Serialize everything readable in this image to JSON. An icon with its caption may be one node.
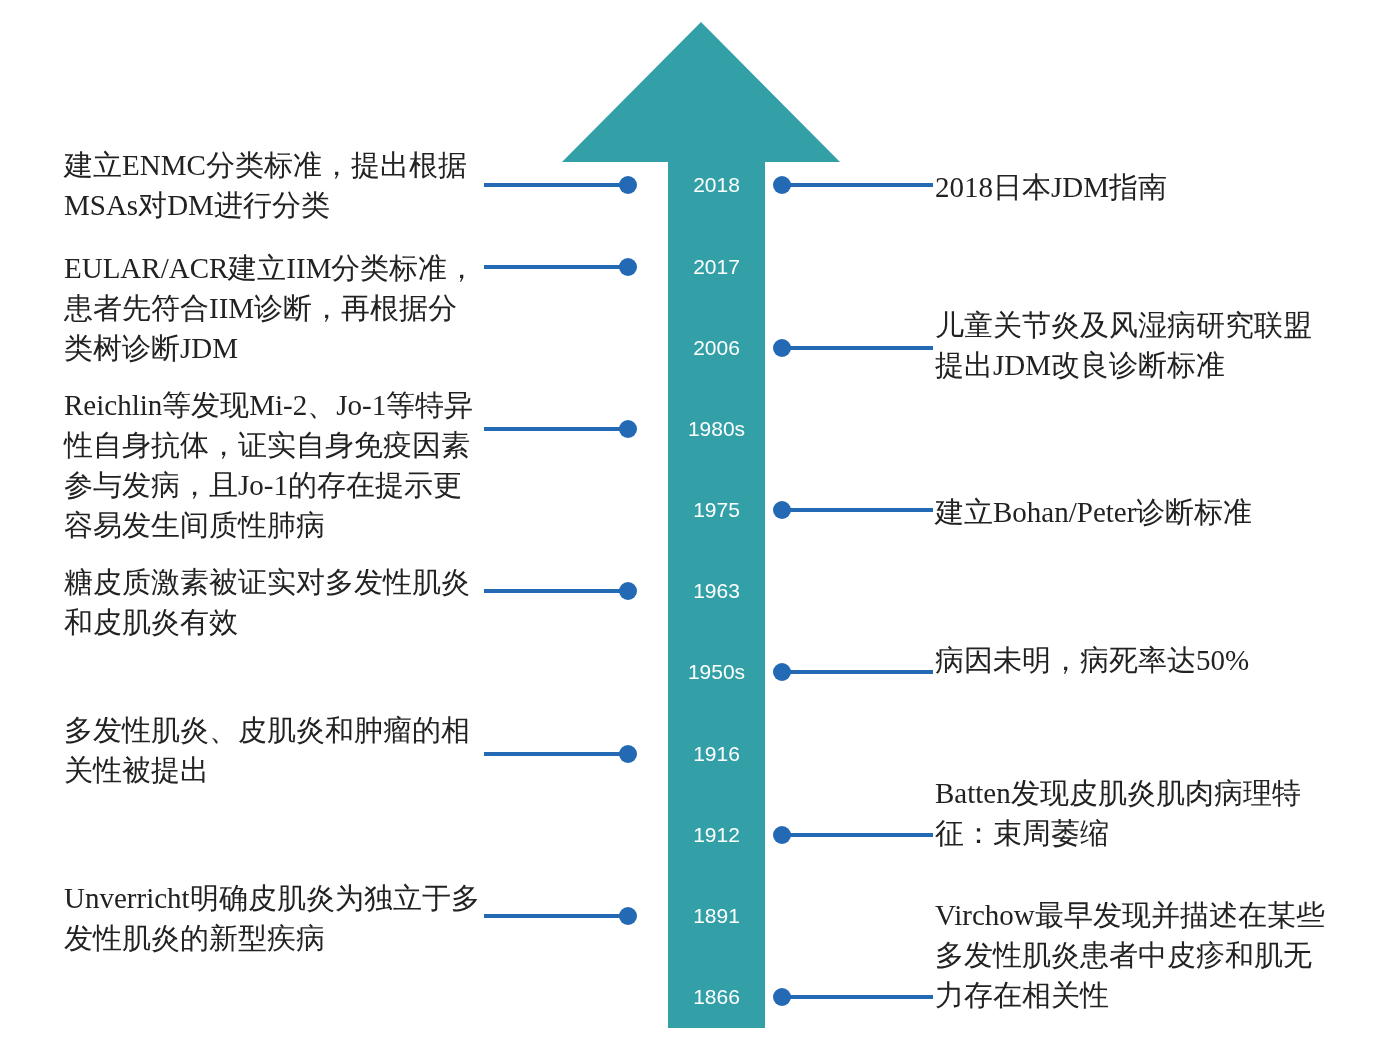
{
  "diagram": {
    "nodes": [
      {
        "text": [],
        "shape": "arrow"
      },
      {
        "text": [
          "2018"
        ],
        "in": 0
      },
      {
        "text": [
          "2017"
        ],
        "in": 0
      },
      {
        "text": [
          "2006"
        ],
        "in": 0
      },
      {
        "text": [
          "1980s"
        ],
        "in": 0
      },
      {
        "text": [
          "1975"
        ],
        "in": 0
      },
      {
        "text": [
          "1963"
        ],
        "in": 0
      },
      {
        "text": [
          "1950s"
        ],
        "in": 0
      },
      {
        "text": [
          "1916"
        ],
        "in": 0
      },
      {
        "text": [
          "1912"
        ],
        "in": 0
      },
      {
        "text": [
          "1891"
        ],
        "in": 0
      },
      {
        "text": [
          "1866"
        ],
        "in": 0
      },
      {
        "text": [
          "建立ENMC分类标准，提出根据MSAs对DM进行分类"
        ]
      },
      {
        "text": [
          "2018日本JDM指南"
        ]
      },
      {
        "text": [
          "EULAR/ACR建立IIM分类标准，患者先符合IIM诊断，再根据分类树诊断JDM"
        ]
      },
      {
        "text": [
          "儿童关节炎及风湿病研究联盟提出JDM改良诊断标准"
        ]
      },
      {
        "text": [
          "Reichlin等发现Mi-2、Jo-1等特异性自身抗体，证实自身免疫因素参与发病，且Jo-1的存在提示更容易发生间质性肺病"
        ]
      },
      {
        "text": [
          "建立Bohan/Peter诊断标准"
        ]
      },
      {
        "text": [
          "糖皮质激素被证实对多发性肌炎和皮肌炎有效"
        ]
      },
      {
        "text": [
          "病因未明，病死率达50%"
        ]
      },
      {
        "text": [
          "多发性肌炎、皮肌炎和肿瘤的相关性被提出"
        ]
      },
      {
        "text": [
          "Batten发现皮肌炎肌肉病理特征：束周萎缩"
        ]
      },
      {
        "text": [
          "Unverricht明确皮肌炎为独立于多发性肌炎的新型疾病"
        ]
      },
      {
        "text": [
          "Virchow最早发现并描述在某些多发性肌炎患者中皮疹和肌无力存在相关性"
        ]
      }
    ],
    "edges": [
      {
        "from": 12,
        "to": 1,
        "arrow": "other"
      },
      {
        "from": 13,
        "to": 1,
        "arrow": "other"
      },
      {
        "from": 14,
        "to": 2,
        "arrow": "other"
      },
      {
        "from": 15,
        "to": 3,
        "arrow": "other"
      },
      {
        "from": 16,
        "to": 4,
        "arrow": "other"
      },
      {
        "from": 17,
        "to": 5,
        "arrow": "other"
      },
      {
        "from": 18,
        "to": 6,
        "arrow": "other"
      },
      {
        "from": 19,
        "to": 7,
        "arrow": "other"
      },
      {
        "from": 20,
        "to": 8,
        "arrow": "other"
      },
      {
        "from": 21,
        "to": 9,
        "arrow": "other"
      },
      {
        "from": 22,
        "to": 10,
        "arrow": "other"
      },
      {
        "from": 23,
        "to": 11,
        "arrow": "other"
      }
    ]
  }
}
